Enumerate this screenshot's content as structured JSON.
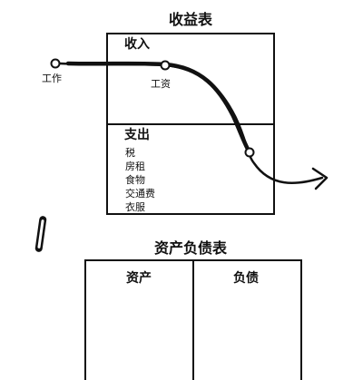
{
  "income_statement": {
    "title": "收益表",
    "income_label": "收入",
    "expense_label": "支出",
    "expenses": [
      "税",
      "房租",
      "食物",
      "交通费",
      "衣服"
    ]
  },
  "flow": {
    "source_label": "工作",
    "salary_label": "工资"
  },
  "balance_sheet": {
    "title": "资产负债表",
    "assets_label": "资产",
    "liabilities_label": "负债"
  }
}
